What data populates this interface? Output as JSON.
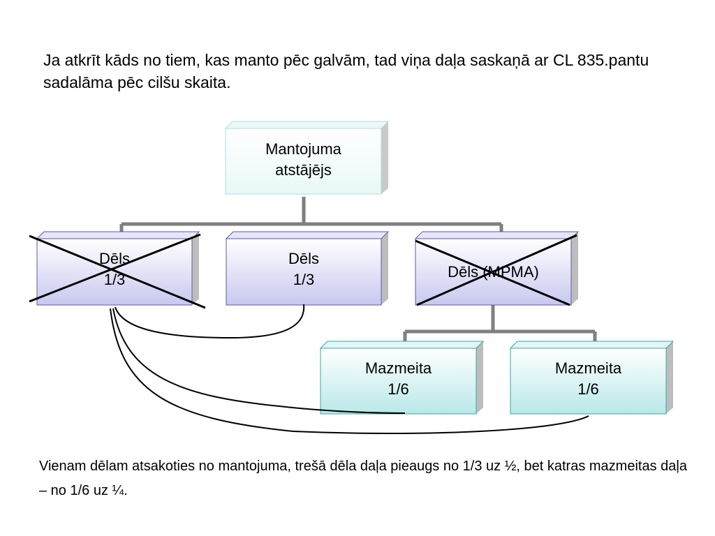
{
  "intro_text": "Ja atkrīt kāds no tiem, kas manto pēc galvām, tad viņa daļa saskaņā ar CL 835.pantu sadalāma pēc cilšu skaita.",
  "root": {
    "line1": "Mantojuma",
    "line2": "atstājējs"
  },
  "sons": [
    {
      "line1": "Dēls",
      "line2": "1/3",
      "crossed": true
    },
    {
      "line1": "Dēls",
      "line2": "1/3",
      "crossed": false
    },
    {
      "line1": "Dēls (MPMA)",
      "line2": "",
      "crossed": true
    }
  ],
  "granddaughters": [
    {
      "line1": "Mazmeita",
      "line2": "1/6"
    },
    {
      "line1": "Mazmeita",
      "line2": "1/6"
    }
  ],
  "footer_text": "Vienam dēlam atsakoties no mantojuma, trešā dēla daļa pieaugs no 1/3 uz ½, bet katras mazmeitas daļa – no 1/6 uz ¼.",
  "colors": {
    "connector": "#7f7f7f",
    "root_border": "#a8dede",
    "son_border": "#5a5aa8",
    "granddaughter_border": "#3aa7a7"
  }
}
